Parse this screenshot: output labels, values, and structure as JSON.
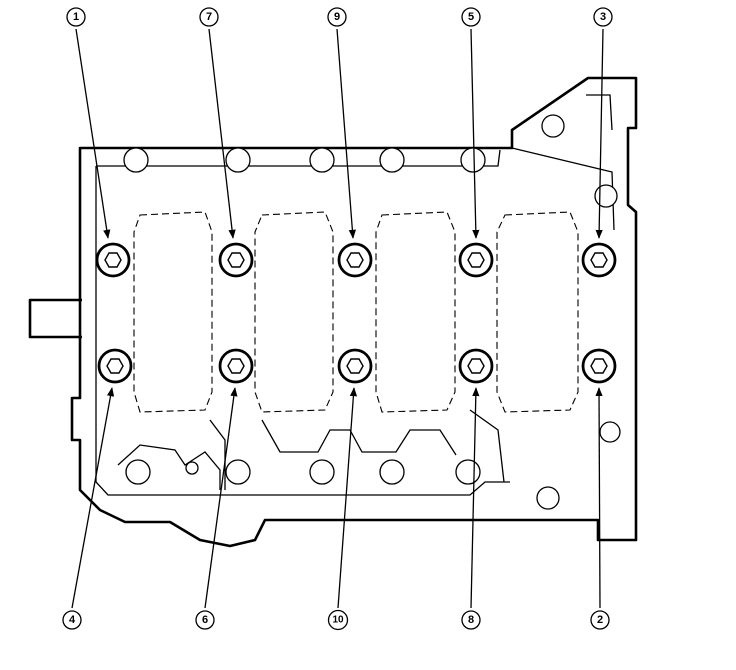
{
  "figure": {
    "subject": "cylinder head bolt tightening sequence",
    "bolts": [
      {
        "id": "bolt-upper-1",
        "label": "1"
      },
      {
        "id": "bolt-upper-2",
        "label": "7"
      },
      {
        "id": "bolt-upper-3",
        "label": "9"
      },
      {
        "id": "bolt-upper-4",
        "label": "5"
      },
      {
        "id": "bolt-upper-5",
        "label": "3"
      },
      {
        "id": "bolt-lower-1",
        "label": "4"
      },
      {
        "id": "bolt-lower-2",
        "label": "6"
      },
      {
        "id": "bolt-lower-3",
        "label": "10"
      },
      {
        "id": "bolt-lower-4",
        "label": "8"
      },
      {
        "id": "bolt-lower-5",
        "label": "2"
      }
    ]
  }
}
